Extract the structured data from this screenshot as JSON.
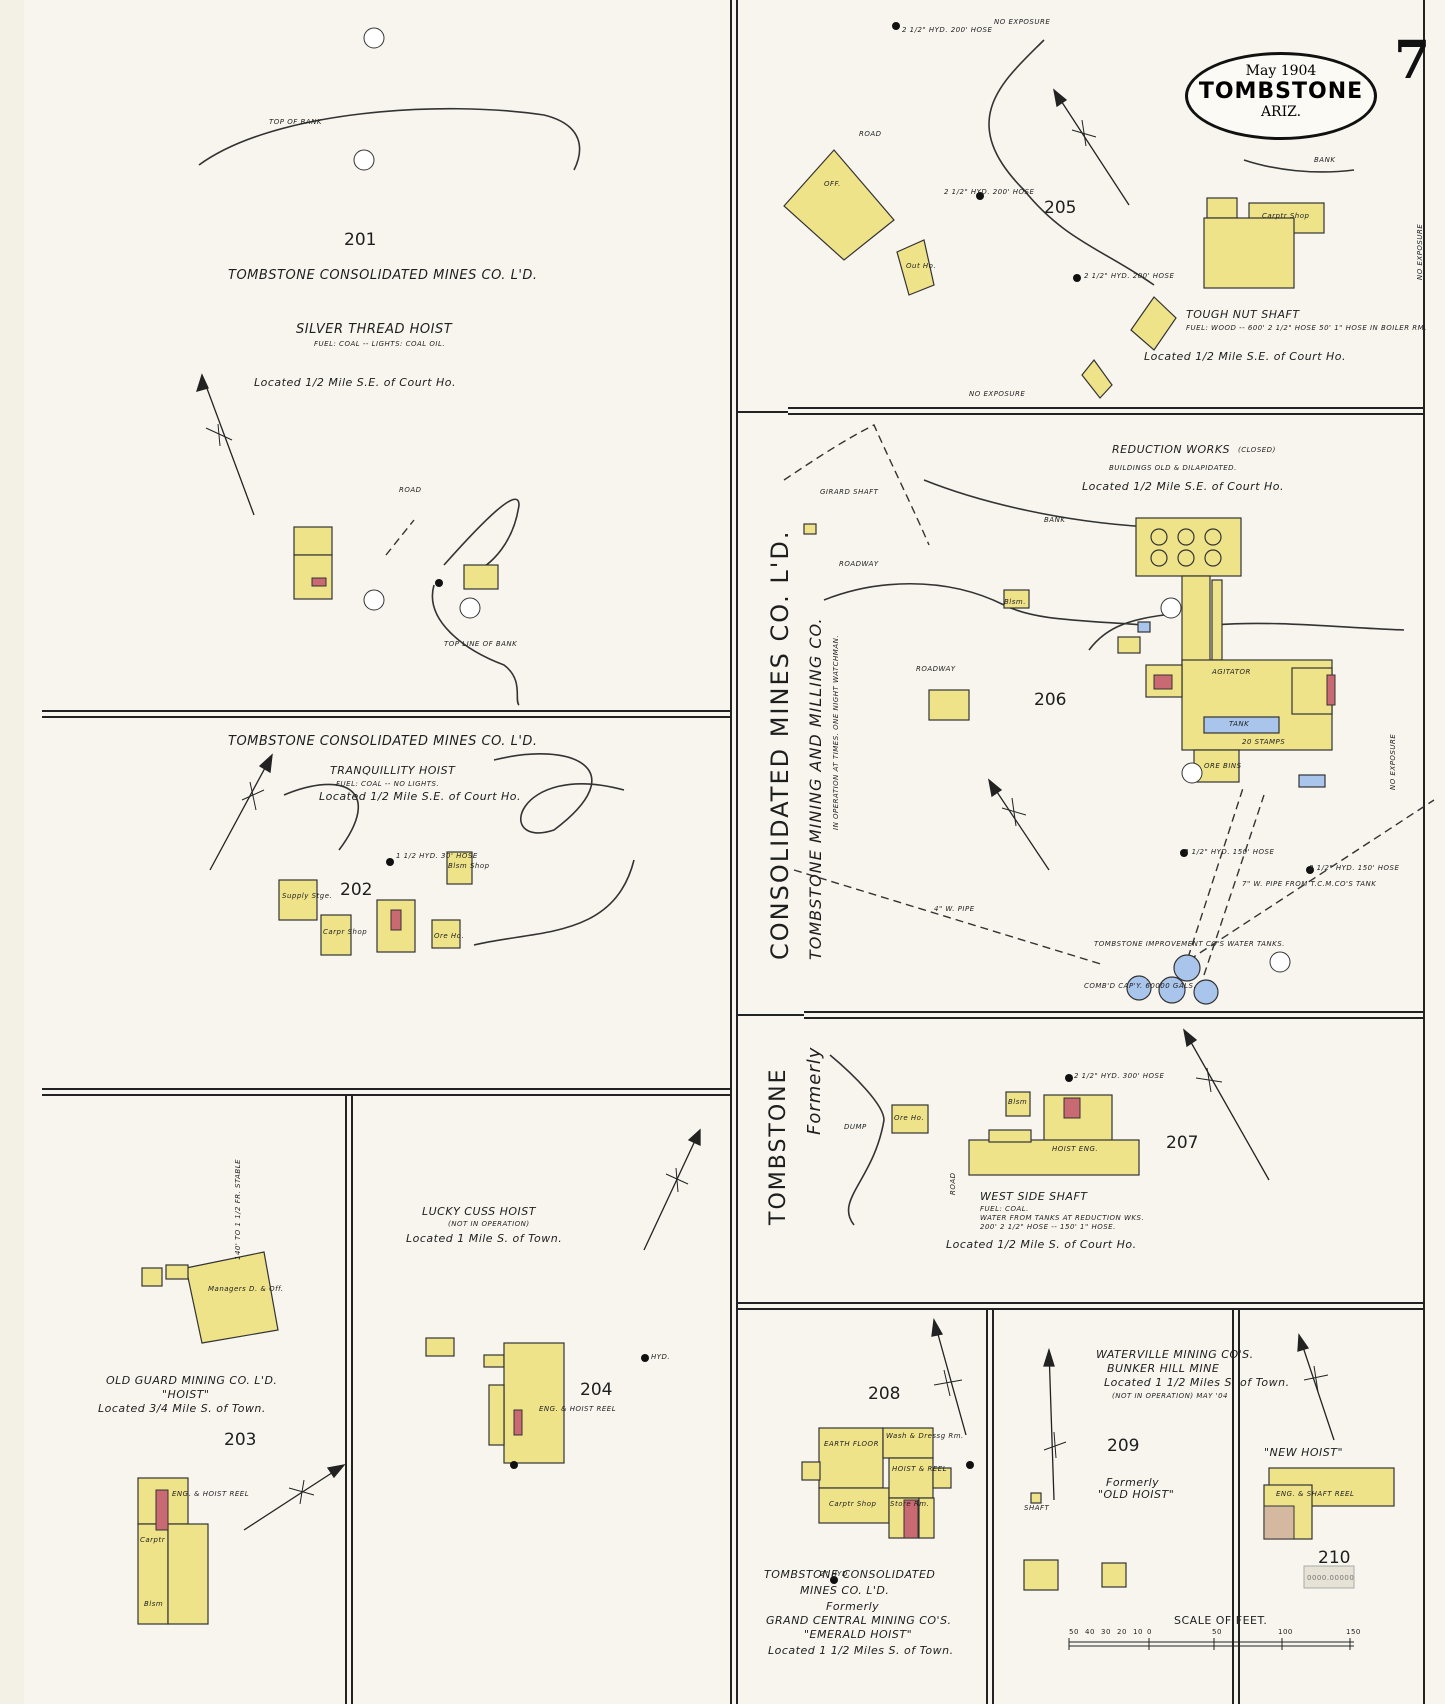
{
  "cartouche": {
    "date": "May 1904",
    "town": "TOMBSTONE",
    "state": "ARIZ."
  },
  "sheet_number": "7",
  "colors": {
    "paper": "#f7f5ee",
    "building": "#efe38a",
    "water": "#a9c5ec",
    "brick": "#c96a73",
    "line": "#2a2a2a"
  },
  "blocks": {
    "b201": {
      "number": "201",
      "owner": "TOMBSTONE CONSOLIDATED MINES CO. L'D.",
      "name": "SILVER THREAD HOIST",
      "note": "FUEL: COAL -- LIGHTS: COAL OIL.",
      "location": "Located 1/2 Mile S.E. of Court Ho.",
      "bank": "TOP OF BANK",
      "road": "ROAD",
      "toe": "TOP LINE OF BANK"
    },
    "b202": {
      "number": "202",
      "owner": "TOMBSTONE CONSOLIDATED MINES CO. L'D.",
      "name": "TRANQUILLITY HOIST",
      "note": "FUEL: COAL -- NO LIGHTS.",
      "location": "Located 1/2 Mile S.E. of Court Ho.",
      "supply": "Supply Stge.",
      "carp": "Carpr Shop",
      "blsm": "Blsm Shop",
      "ore": "Ore Ho.",
      "hyd": "1 1/2 HYD. 30' HOSE"
    },
    "b203": {
      "number": "203",
      "owner": "OLD GUARD MINING CO. L'D.",
      "name": "\"HOIST\"",
      "location": "Located 3/4 Mile S. of Town.",
      "managers": "Managers D. & Off.",
      "carpr": "Carptr",
      "blsm": "Blsm",
      "eng": "ENG. & HOIST REEL",
      "stable": "140' TO 1 1/2 FR. STABLE"
    },
    "b204": {
      "number": "204",
      "name": "LUCKY CUSS HOIST",
      "status": "(NOT IN OPERATION)",
      "location": "Located 1 Mile S. of Town.",
      "hyd": "HYD.",
      "eng": "ENG. & HOIST REEL"
    },
    "b205": {
      "number": "205",
      "name": "TOUGH NUT SHAFT",
      "note": "FUEL: WOOD -- 600' 2 1/2\" HOSE 50' 1\" HOSE IN BOILER RM.",
      "location": "Located 1/2 Mile S.E. of Court Ho.",
      "carp": "Carptr Shop",
      "road": "ROAD",
      "off": "OFF.",
      "outho": "Out Ho.",
      "exposure_n": "NO EXPOSURE",
      "exposure_s": "NO EXPOSURE",
      "exposure_e": "NO EXPOSURE",
      "hyd1": "2 1/2\" HYD. 200' HOSE",
      "hyd2": "2 1/2\" HYD. 200' HOSE",
      "hyd3": "2 1/2\" HYD. 200' HOSE",
      "bank": "BANK"
    },
    "b206": {
      "number": "206",
      "name": "REDUCTION WORKS",
      "status": "(CLOSED)",
      "note": "BUILDINGS OLD & DILAPIDATED.",
      "location": "Located 1/2 Mile S.E. of Court Ho.",
      "girard": "GIRARD SHAFT",
      "roadway1": "ROADWAY",
      "roadway2": "ROADWAY",
      "agitator": "AGITATOR",
      "tank": "TANK",
      "stamps": "20 STAMPS",
      "orebins": "ORE BINS",
      "blsm": "Blsm.",
      "tanks": "TOMBSTONE IMPROVEMENT CO'S WATER TANKS.",
      "capy": "COMB'D CAP'Y. 60000 GALS.",
      "pipe1": "4\" W. PIPE",
      "pipe2": "7\" W. PIPE FROM T.C.M.CO'S TANK",
      "hyd1": "2 1/2\" HYD. 150' HOSE",
      "hyd2": "2 1/2\" HYD. 150' HOSE",
      "exposure": "NO EXPOSURE",
      "bank": "BANK"
    },
    "b207": {
      "number": "207",
      "name": "WEST SIDE SHAFT",
      "note1": "FUEL: COAL.",
      "note2": "WATER FROM TANKS AT REDUCTION WKS.",
      "note3": "200' 2 1/2\" HOSE -- 150' 1\" HOSE.",
      "location": "Located 1/2 Mile S. of Court Ho.",
      "ore": "Ore Ho.",
      "blsm": "Blsm",
      "dump": "DUMP",
      "road": "ROAD",
      "hoist": "HOIST ENG.",
      "hyd": "2 1/2\" HYD. 300' HOSE"
    },
    "b208": {
      "number": "208",
      "owner1": "TOMBSTONE CONSOLIDATED",
      "owner2": "MINES CO. L'D.",
      "formerly": "Formerly",
      "former1": "GRAND CENTRAL MINING CO'S.",
      "former2": "\"EMERALD HOIST\"",
      "location": "Located 1 1/2 Miles S. of Town.",
      "floor": "EARTH FLOOR",
      "wash": "Wash & Dressg Rm.",
      "carp": "Carptr Shop",
      "store": "Store Rm.",
      "hoist": "HOIST & REEL",
      "hyd": "2\" HYD."
    },
    "b209": {
      "number": "209",
      "formerly": "Formerly",
      "former": "\"OLD HOIST\"",
      "company": "WATERVILLE MINING CO'S.",
      "mine": "BUNKER HILL MINE",
      "location": "Located 1 1/2 Miles S. of Town.",
      "status": "(NOT IN OPERATION) MAY '04",
      "shaft": "SHAFT"
    },
    "b210": {
      "number": "210",
      "name": "\"NEW HOIST\"",
      "eng": "ENG. & SHAFT REEL"
    }
  },
  "side_title": {
    "line1": "CONSOLIDATED MINES CO. L'D.",
    "line2": "TOMBSTONE MINING AND MILLING CO.",
    "line3": "IN OPERATION AT TIMES. ONE NIGHT WATCHMAN.",
    "line4": "TOMBSTONE",
    "line5": "Formerly"
  },
  "scale": {
    "label": "SCALE OF FEET.",
    "ticks": [
      "50",
      "40",
      "30",
      "20",
      "10",
      "0",
      "50",
      "100",
      "150"
    ]
  },
  "stamp": "0000.00000"
}
